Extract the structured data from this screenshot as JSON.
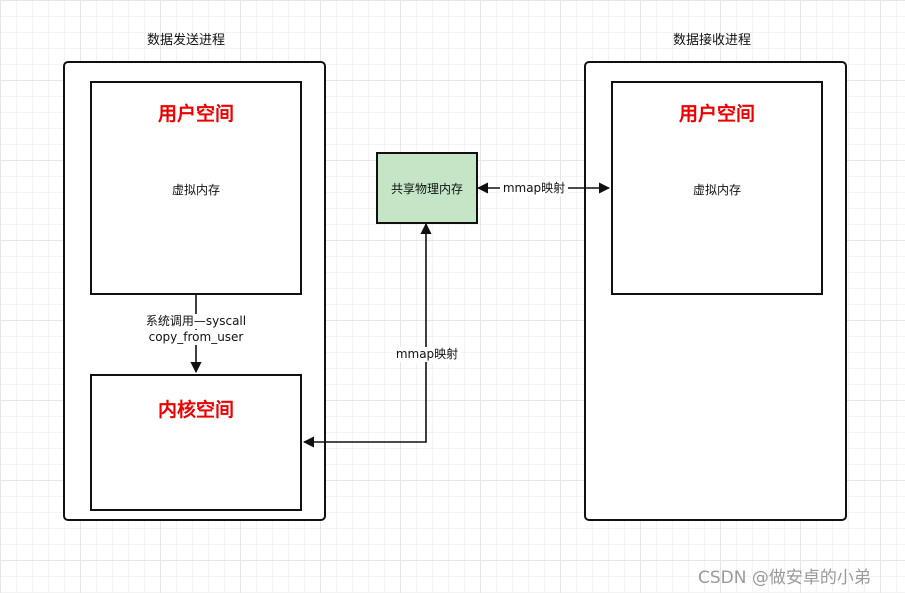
{
  "diagram": {
    "sender": {
      "title": "数据发送进程",
      "user_space": {
        "title": "用户空间",
        "subtitle": "虚拟内存"
      },
      "kernel_space": {
        "title": "内核空间"
      },
      "syscall_label_line1": "系统调用—syscall",
      "syscall_label_line2": "copy_from_user"
    },
    "receiver": {
      "title": "数据接收进程",
      "user_space": {
        "title": "用户空间",
        "subtitle": "虚拟内存"
      }
    },
    "shared_memory": {
      "label": "共享物理内存"
    },
    "mmap_label_top": "mmap映射",
    "mmap_label_bottom": "mmap映射",
    "colors": {
      "space_title": "#ee0000",
      "shared_fill": "#c4e6c6",
      "border": "#111111"
    }
  },
  "watermark": "CSDN @做安卓的小弟"
}
